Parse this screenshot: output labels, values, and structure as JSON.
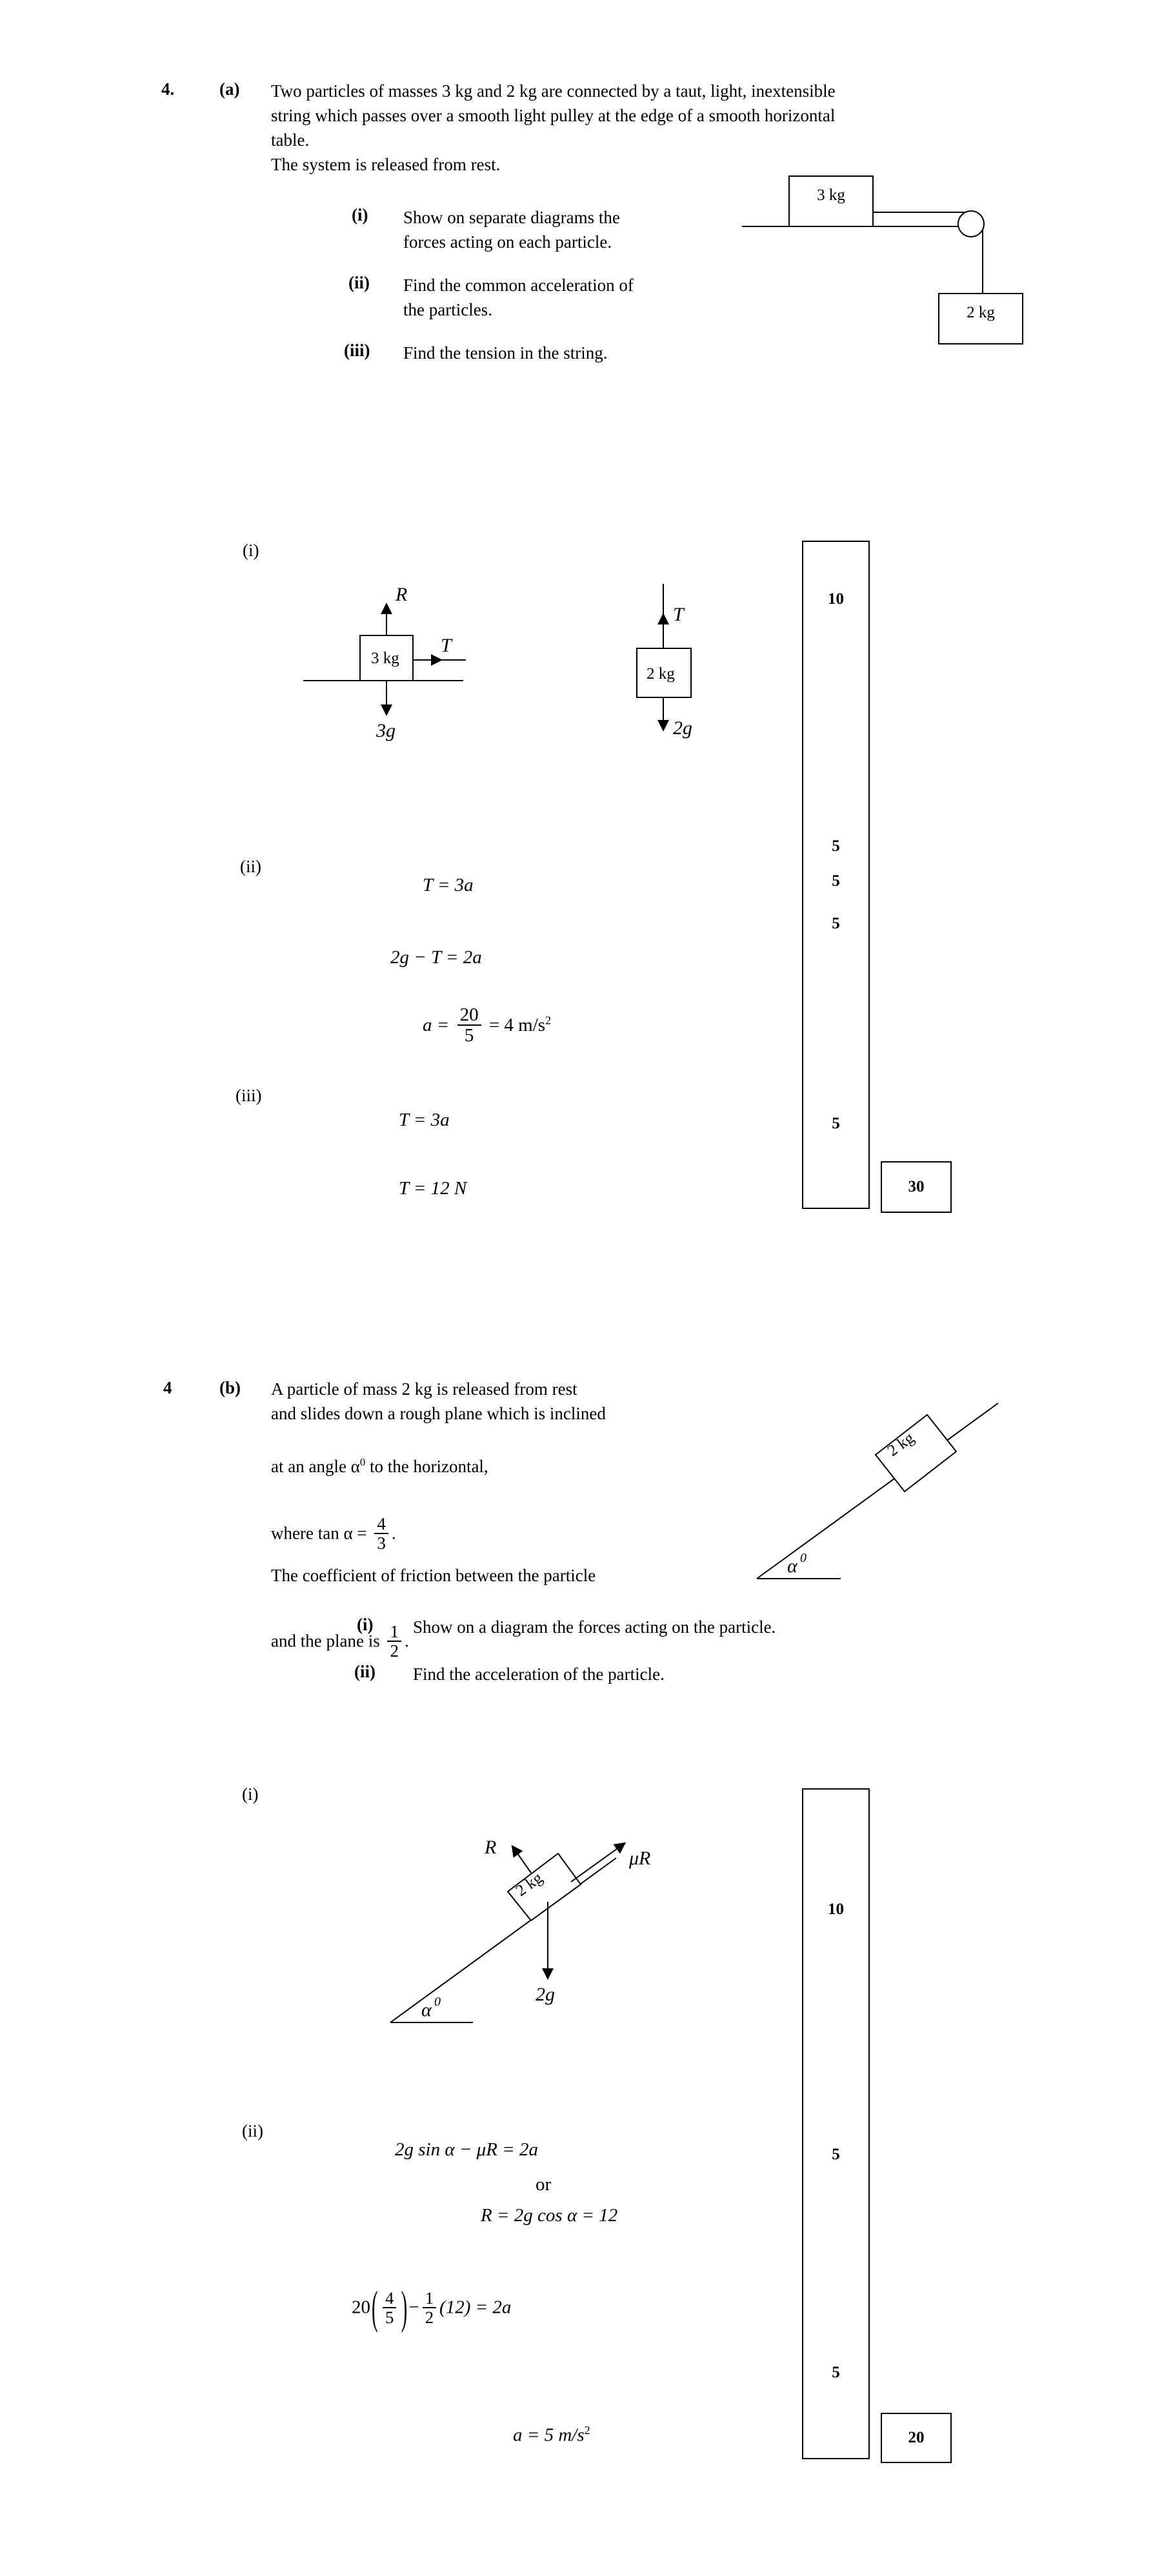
{
  "question": {
    "number_a": "4.",
    "part_a": "(a)",
    "number_b": "4",
    "part_b": "(b)",
    "a_body": "Two particles of masses 3 kg and 2 kg are connected by a taut, light, inextensible\nstring which passes over a smooth light pulley at the edge of  a smooth horizontal\ntable.\nThe system is released from rest.",
    "a_sub": [
      {
        "label": "(i)",
        "text": "Show on separate diagrams the\nforces acting on each particle."
      },
      {
        "label": "(ii)",
        "text": "Find the common acceleration of\nthe particles."
      },
      {
        "label": "(iii)",
        "text": "Find the tension in the string."
      }
    ],
    "b_body_line1": "A particle of mass 2 kg is released from rest",
    "b_body_line2": "and slides down a rough plane which is inclined",
    "b_body_line3_pre": "at an angle ",
    "b_body_line3_alpha": "α",
    "b_body_line3_deg": "0",
    "b_body_line3_post": " to the horizontal,",
    "b_body_line4_pre": "where tan α = ",
    "b_tan_num": "4",
    "b_tan_den": "3",
    "b_body_line4_post": ".",
    "b_body_line5": "The coefficient of friction between the particle",
    "b_body_line6_pre": "and the plane is ",
    "b_mu_num": "1",
    "b_mu_den": "2",
    "b_body_line6_post": ".",
    "b_sub": [
      {
        "label": "(i)",
        "text": "Show on a diagram the forces acting on the particle."
      },
      {
        "label": "(ii)",
        "text": "Find the acceleration of the particle."
      }
    ]
  },
  "diagram_pulley": {
    "block_table_label": "3 kg",
    "block_hanging_label": "2 kg"
  },
  "solution_a": {
    "label_i": "(i)",
    "label_ii": "(ii)",
    "label_iii": "(iii)",
    "fbd_left": {
      "box_label": "3 kg",
      "normal_label": "R",
      "tension_label": "T",
      "weight_label": "3g"
    },
    "fbd_right": {
      "box_label": "2 kg",
      "tension_label": "T",
      "weight_label": "2g"
    },
    "eq1": "T = 3a",
    "eq2": "2g − T = 2a",
    "eq3_pre": "a = ",
    "eq3_num": "20",
    "eq3_den": "5",
    "eq3_post": " =  4 m/s",
    "eq3_exp": "2",
    "eq4": "T = 3a",
    "eq5": "T = 12  N"
  },
  "solution_b": {
    "label_i": "(i)",
    "label_ii": "(ii)",
    "fbd": {
      "box_label": "2 kg",
      "normal_label": "R",
      "friction_label": "μR",
      "weight_label": "2g",
      "angle_label": "α",
      "angle_deg": "0"
    },
    "eq1": "2g sin α − μR = 2a",
    "eq_or": "or",
    "eq2": "R = 2g cos α  = 12",
    "eq3_coef": "20",
    "eq3_f1_num": "4",
    "eq3_f1_den": "5",
    "eq3_minus": "−",
    "eq3_f2_num": "1",
    "eq3_f2_den": "2",
    "eq3_tail": "(12) = 2a",
    "eq4_pre": "a = 5  m/s",
    "eq4_exp": "2"
  },
  "marks_a": {
    "values": [
      "10",
      "5",
      "5",
      "5",
      "5"
    ],
    "total": "30"
  },
  "marks_b": {
    "values": [
      "10",
      "5",
      "5"
    ],
    "total": "20"
  },
  "incline_b": {
    "block_label": "2 kg",
    "angle_label": "α",
    "angle_deg": "0"
  }
}
